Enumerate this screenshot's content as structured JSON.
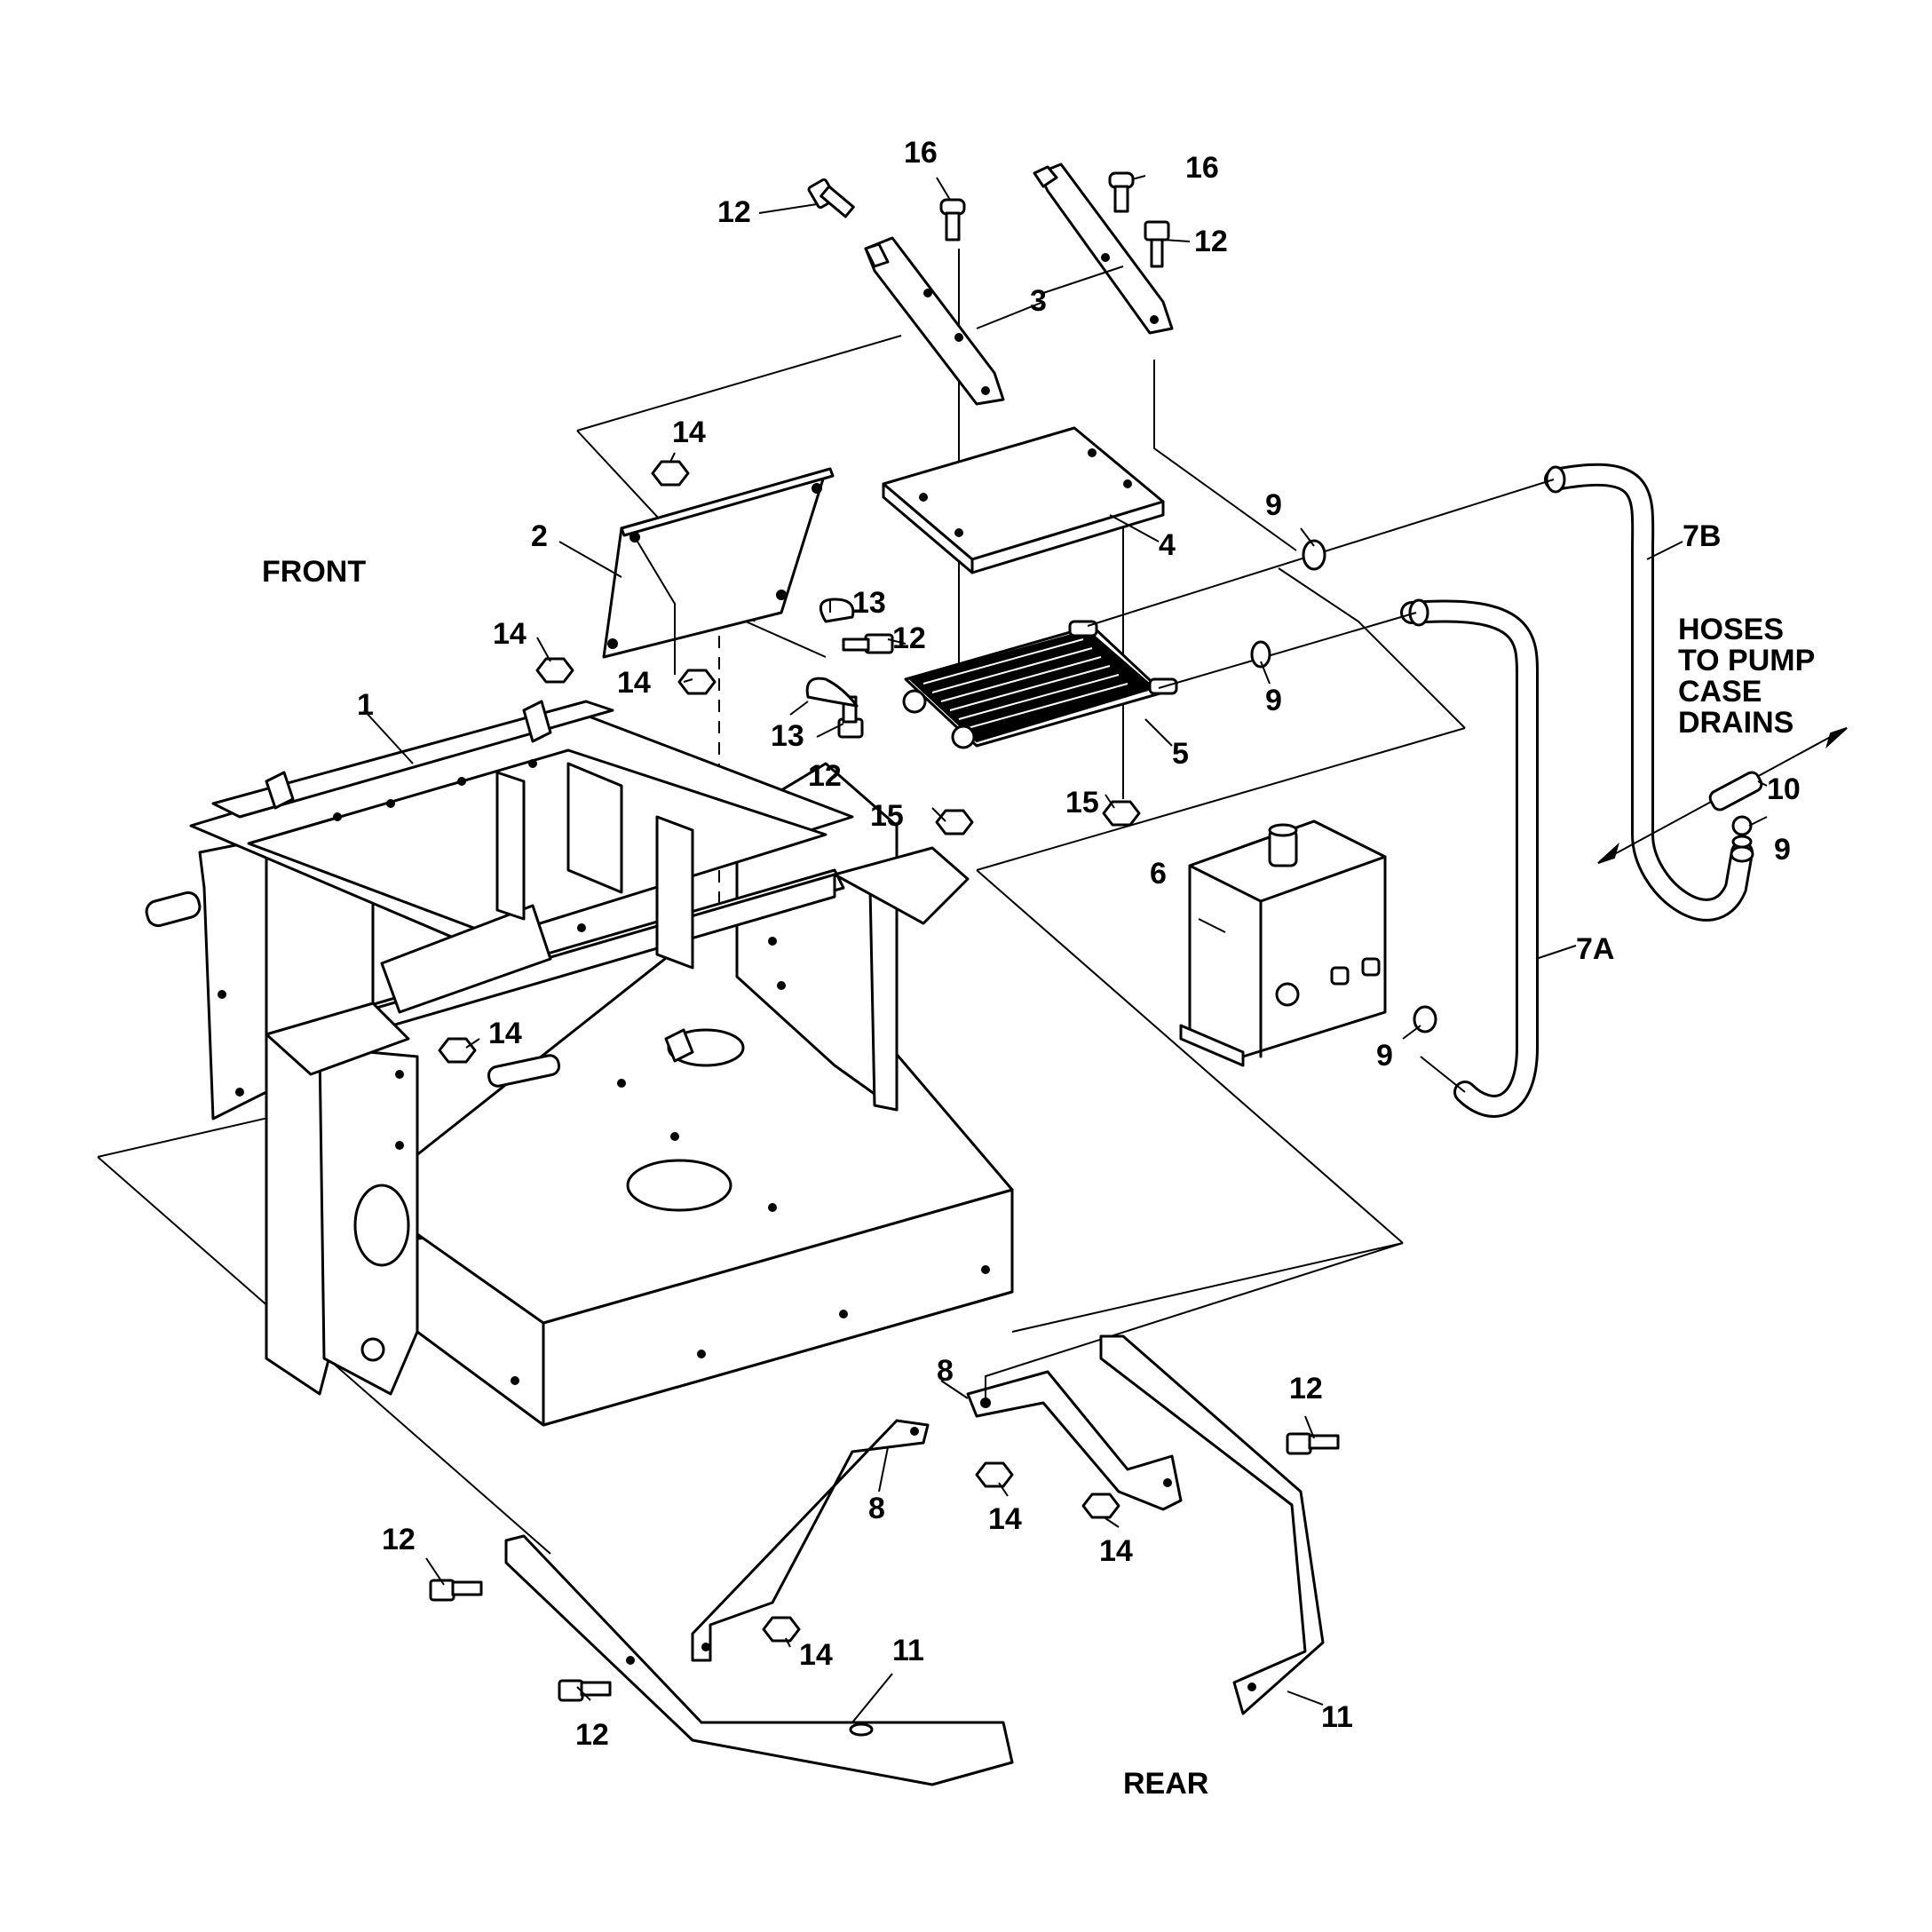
{
  "labels": {
    "front": "FRONT",
    "rear": "REAR",
    "hoses_line1": "HOSES",
    "hoses_line2": "TO PUMP",
    "hoses_line3": "CASE",
    "hoses_line4": "DRAINS"
  },
  "callouts": {
    "c1": "1",
    "c2": "2",
    "c3": "3",
    "c4": "4",
    "c5": "5",
    "c6": "6",
    "c7a": "7A",
    "c7b": "7B",
    "c8a": "8",
    "c8b": "8",
    "c9a": "9",
    "c9b": "9",
    "c9c": "9",
    "c9d": "9",
    "c10": "10",
    "c11a": "11",
    "c11b": "11",
    "c12a": "12",
    "c12b": "12",
    "c12c": "12",
    "c12d": "12",
    "c12e": "12",
    "c12f": "12",
    "c12g": "12",
    "c13a": "13",
    "c13b": "13",
    "c14a": "14",
    "c14b": "14",
    "c14c": "14",
    "c14d": "14",
    "c14e": "14",
    "c14f": "14",
    "c14g": "14",
    "c15a": "15",
    "c15b": "15",
    "c16a": "16",
    "c16b": "16"
  }
}
